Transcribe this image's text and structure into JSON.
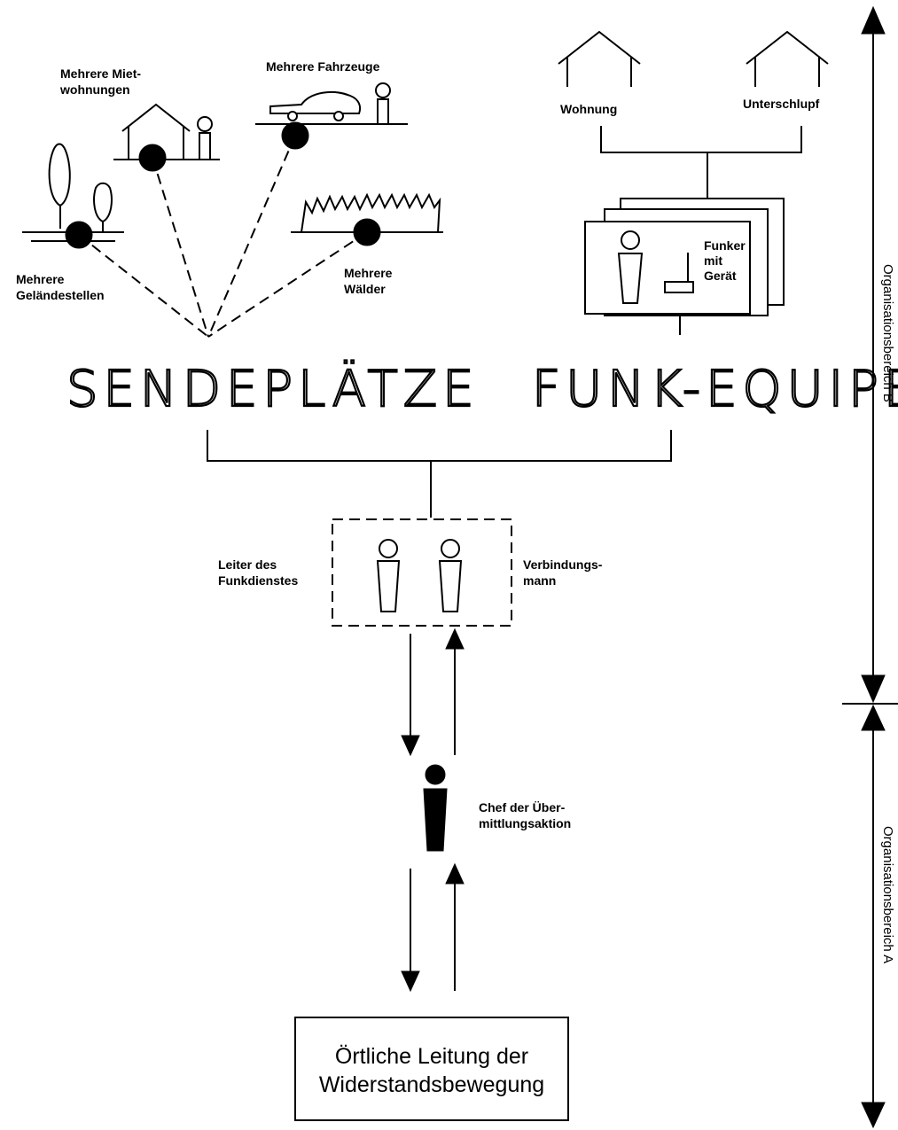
{
  "labels": {
    "apartments": [
      "Mehrere Miet-",
      "wohnungen"
    ],
    "vehicles": "Mehrere Fahrzeuge",
    "terrain": [
      "Mehrere",
      "Geländestellen"
    ],
    "forests": [
      "Mehrere",
      "Wälder"
    ],
    "home": "Wohnung",
    "hideout": "Unterschlupf",
    "operator": [
      "Funker",
      "mit",
      "Gerät"
    ],
    "transmit_sites": "SENDEPLÄTZE",
    "radio_teams": "FUNK-EQUIPEN",
    "radio_head": [
      "Leiter des",
      "Funkdienstes"
    ],
    "liaison": [
      "Verbindungs-",
      "mann"
    ],
    "chief": [
      "Chef der Über-",
      "mittlungsaktion"
    ],
    "local_leadership": [
      "Örtliche Leitung der",
      "Widerstandsbewegung"
    ]
  },
  "side_axis": {
    "area_b": "Organisationsbereich B",
    "area_a": "Organisationsbereich A"
  }
}
